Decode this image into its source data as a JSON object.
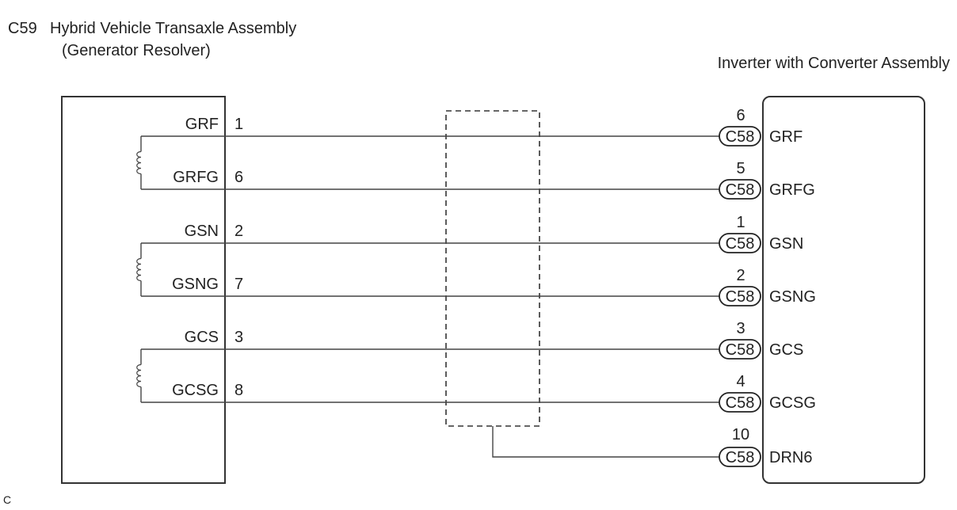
{
  "left_component": {
    "code": "C59",
    "title_line1": "Hybrid Vehicle Transaxle Assembly",
    "title_line2": "(Generator Resolver)"
  },
  "right_component": {
    "title": "Inverter with Converter Assembly"
  },
  "wires": [
    {
      "left_label": "GRF",
      "left_pin": "1",
      "right_pin": "6",
      "connector": "C58",
      "right_label": "GRF"
    },
    {
      "left_label": "GRFG",
      "left_pin": "6",
      "right_pin": "5",
      "connector": "C58",
      "right_label": "GRFG"
    },
    {
      "left_label": "GSN",
      "left_pin": "2",
      "right_pin": "1",
      "connector": "C58",
      "right_label": "GSN"
    },
    {
      "left_label": "GSNG",
      "left_pin": "7",
      "right_pin": "2",
      "connector": "C58",
      "right_label": "GSNG"
    },
    {
      "left_label": "GCS",
      "left_pin": "3",
      "right_pin": "3",
      "connector": "C58",
      "right_label": "GCS"
    },
    {
      "left_label": "GCSG",
      "left_pin": "8",
      "right_pin": "4",
      "connector": "C58",
      "right_label": "GCSG"
    }
  ],
  "drain": {
    "right_pin": "10",
    "connector": "C58",
    "right_label": "DRN6"
  },
  "footer_code": "C"
}
